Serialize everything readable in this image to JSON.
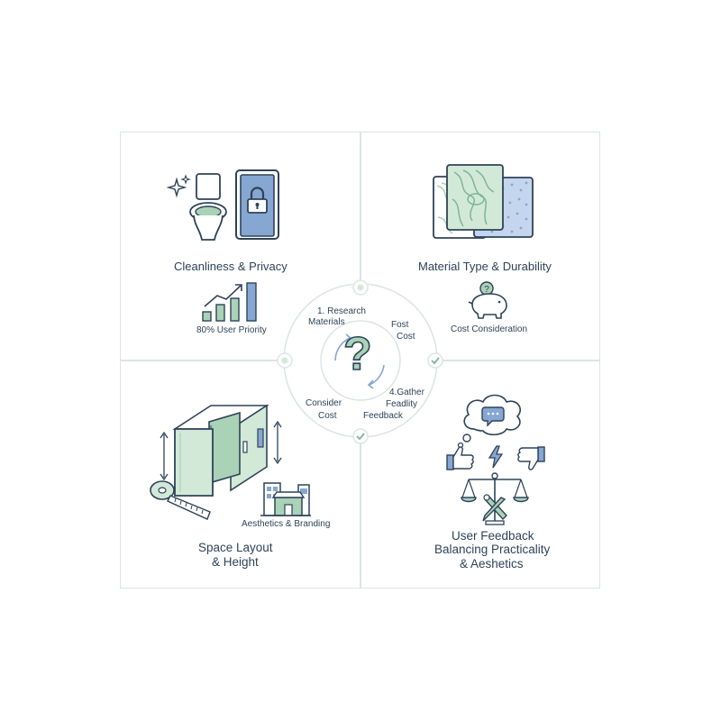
{
  "quadrants": {
    "top_left": {
      "title": "Cleanliness & Privacy",
      "stat": "80% User Priority"
    },
    "top_right": {
      "title": "Material Type & Durability",
      "subtitle": "Cost Consideration"
    },
    "bottom_left": {
      "title_line1": "Space Layout",
      "title_line2": "& Height",
      "subtitle": "Aesthetics & Branding"
    },
    "bottom_right": {
      "title_line1": "User Feedback",
      "title_line2": "Balancing Practicality",
      "title_line3": "& Aeshetics"
    }
  },
  "cycle": {
    "step1_line1": "1. Research",
    "step1_line2": "Materials",
    "step2_line1": "Fost",
    "step2_line2": "Cost",
    "step3_line1": "Consider",
    "step3_line2": "Cost",
    "step4_line1": "4.Gather",
    "step4_line2": "Feadlity",
    "step4_line3": "Feedback",
    "center_glyph": "?"
  },
  "icons": {
    "sparkle": "sparkle-icon",
    "toilet": "toilet-icon",
    "locked_door": "locked-door-icon",
    "material_samples": "material-samples-icon",
    "growth_chart": "growth-chart-icon",
    "piggy_bank": "piggy-bank-icon",
    "partition_stall": "partition-stall-icon",
    "tape_measure": "tape-measure-icon",
    "storefront": "storefront-icon",
    "thought_bubble": "thought-bubble-icon",
    "thumbs_up": "thumbs-up-icon",
    "thumbs_down": "thumbs-down-icon",
    "lightning": "lightning-icon",
    "balance_scale": "balance-scale-icon",
    "tools": "tools-icon",
    "question": "question-icon",
    "checkmark": "checkmark-icon"
  },
  "colors": {
    "navy": "#2f4358",
    "green": "#a9d2b6",
    "green_light": "#d2e9d8",
    "blue": "#86a7d2",
    "border": "#dbe5e3"
  }
}
